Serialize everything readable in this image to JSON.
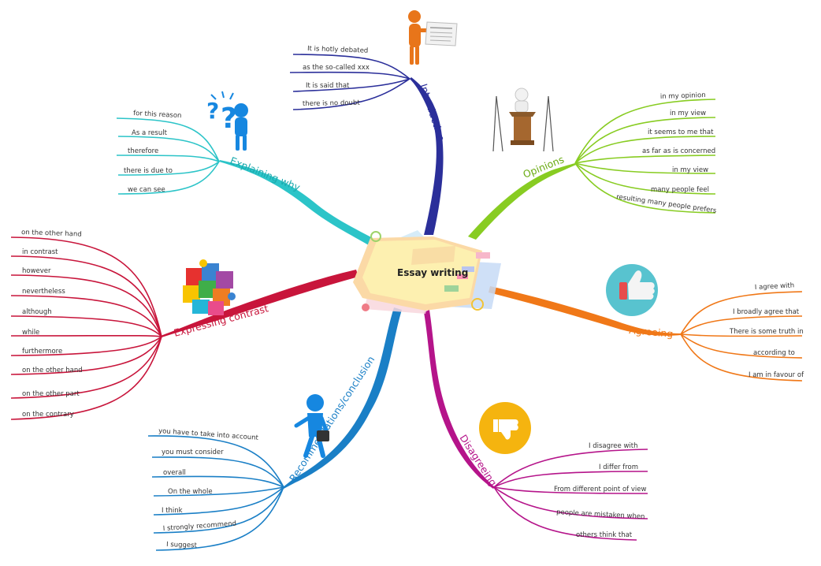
{
  "central": {
    "label": "Essay writing"
  },
  "branches": {
    "introduction": {
      "label": "Introduction",
      "color": "#2b2f9a",
      "icon": "presenter-with-newspaper-icon",
      "items": [
        "It is hotly debated",
        "as the so-called xxx",
        "It is said that",
        "there is no doubt"
      ]
    },
    "opinions": {
      "label": "Opinions",
      "color": "#88cc22",
      "icon": "speaker-at-podium-icon",
      "items": [
        "in my opinion",
        "in my view",
        "it seems to me that",
        "as far as is concerned",
        "in my view",
        "many people feel",
        "resulting many people prefers"
      ]
    },
    "agreeing": {
      "label": "Agreeing",
      "color": "#f07818",
      "icon": "thumbs-up-icon",
      "items": [
        "I agree with",
        "I broadly agree that",
        "There is some truth in",
        "according to",
        "I am in favour of"
      ]
    },
    "disagreeing": {
      "label": "Disagreeing",
      "color": "#b5148a",
      "icon": "thumbs-down-icon",
      "items": [
        "I disagree with",
        "I differ from",
        "From different point of view",
        "people are mistaken when",
        "others think that"
      ]
    },
    "recommendations": {
      "label": "Recommendations/conclusion",
      "color": "#1a7fc6",
      "icon": "businessman-with-briefcase-icon",
      "items": [
        "you have to take into account",
        "you must consider",
        "overall",
        "On the whole",
        "I think",
        "I strongly recommend",
        "I suggest"
      ]
    },
    "contrast": {
      "label": "Expressing contrast",
      "color": "#c8153b",
      "icon": "puzzle-pieces-icon",
      "items": [
        "on the other hand",
        "in contrast",
        "however",
        "nevertheless",
        "although",
        "while",
        "furthermore",
        "on the other hand",
        "on the other part",
        "on the contrary"
      ]
    },
    "explaining": {
      "label": "Explaining why",
      "color": "#2cc4c8",
      "icon": "question-figure-icon",
      "items": [
        "for this reason",
        "As a result",
        "therefore",
        "there is due to",
        "we can see"
      ]
    }
  }
}
